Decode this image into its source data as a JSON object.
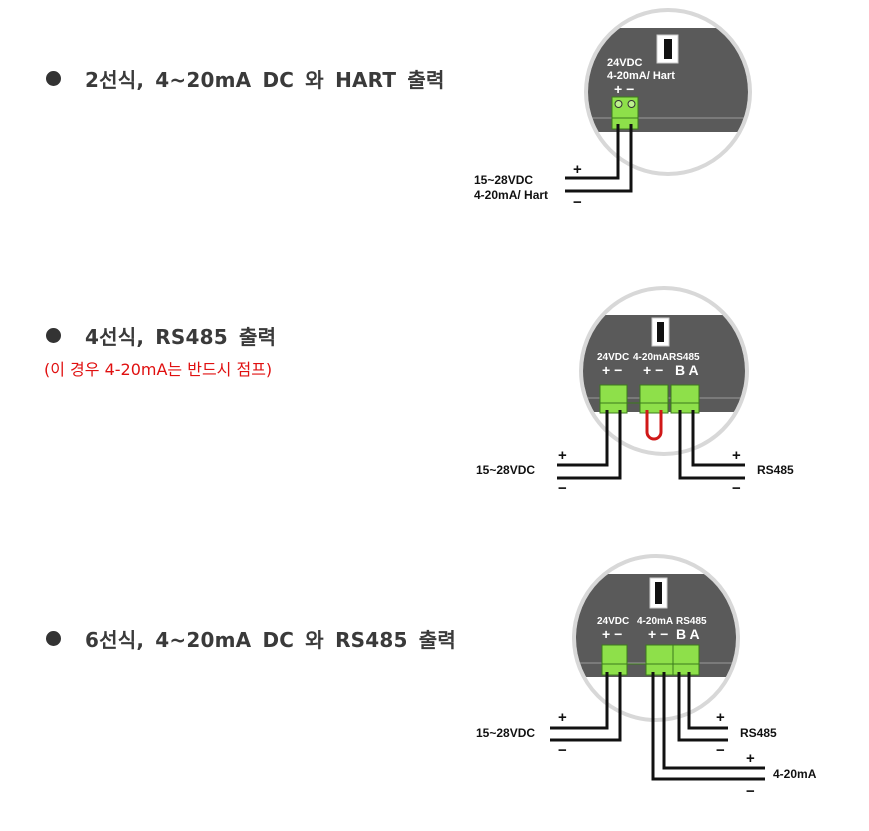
{
  "sections": [
    {
      "title": "2선식, 4~20mA DC 와 HART 출력"
    },
    {
      "title": "4선식, RS485 출력",
      "note": "(이 경우 4-20mA는 반드시 점프)"
    },
    {
      "title": "6선식, 4~20mA DC 와 RS485 출력"
    }
  ],
  "diagram1": {
    "panel_label_1": "24VDC",
    "panel_label_2": "4-20mA/ Hart",
    "plus_minus": "+ −",
    "wire_label_1": "15~28VDC",
    "wire_label_2": "4-20mA/ Hart",
    "plus": "+",
    "minus": "−"
  },
  "diagram2": {
    "label_24v": "24VDC",
    "label_ma": "4-20mA",
    "label_rs": "RS485",
    "pm": "+ −",
    "ba": "B A",
    "wire_power": "15~28VDC",
    "wire_rs": "RS485",
    "plus": "+",
    "minus": "−"
  },
  "diagram3": {
    "label_24v": "24VDC",
    "label_ma": "4-20mA",
    "label_rs": "RS485",
    "pm": "+ −",
    "ba": "B A",
    "wire_power": "15~28VDC",
    "wire_rs": "RS485",
    "wire_ma": "4-20mA",
    "plus": "+",
    "minus": "−"
  },
  "colors": {
    "panel": "#5a5a5a",
    "terminal": "#8ee04a",
    "jumper": "#d01818",
    "note": "#e01010"
  }
}
